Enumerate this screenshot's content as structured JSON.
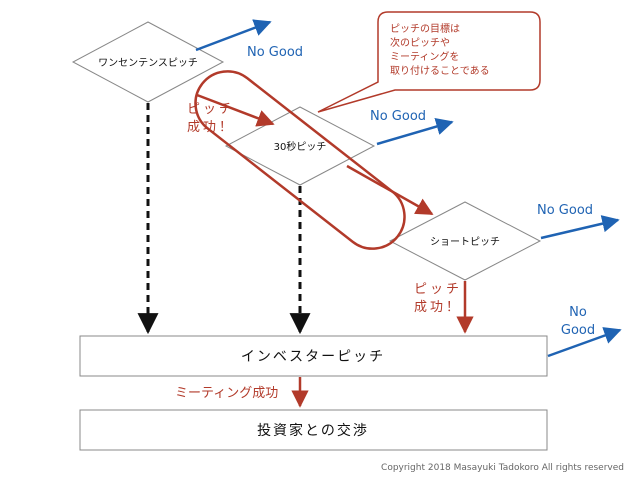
{
  "nodes": {
    "one_sentence": "ワンセンテンスピッチ",
    "thirty_sec": "30秒ピッチ",
    "short": "ショートピッチ",
    "investor": "インベスターピッチ",
    "negotiation": "投資家との交渉"
  },
  "labels": {
    "no_good_1": "No Good",
    "no_good_2": "No Good",
    "no_good_3": "No Good",
    "no_good_4a": "No",
    "no_good_4b": "Good",
    "success_1a": "ピッチ",
    "success_1b": "成功！",
    "success_2a": "ピッチ",
    "success_2b": "成功！",
    "meeting_success": "ミーティング成功"
  },
  "callout": {
    "lines": [
      "ピッチの目標は",
      "次のピッチや",
      "ミーティングを",
      "取り付けることである"
    ]
  },
  "copyright": "Copyright 2018 Masayuki Tadokoro All rights reserved",
  "colors": {
    "blue": "#1f63b3",
    "red": "#b23a2a",
    "outline": "#888888"
  }
}
